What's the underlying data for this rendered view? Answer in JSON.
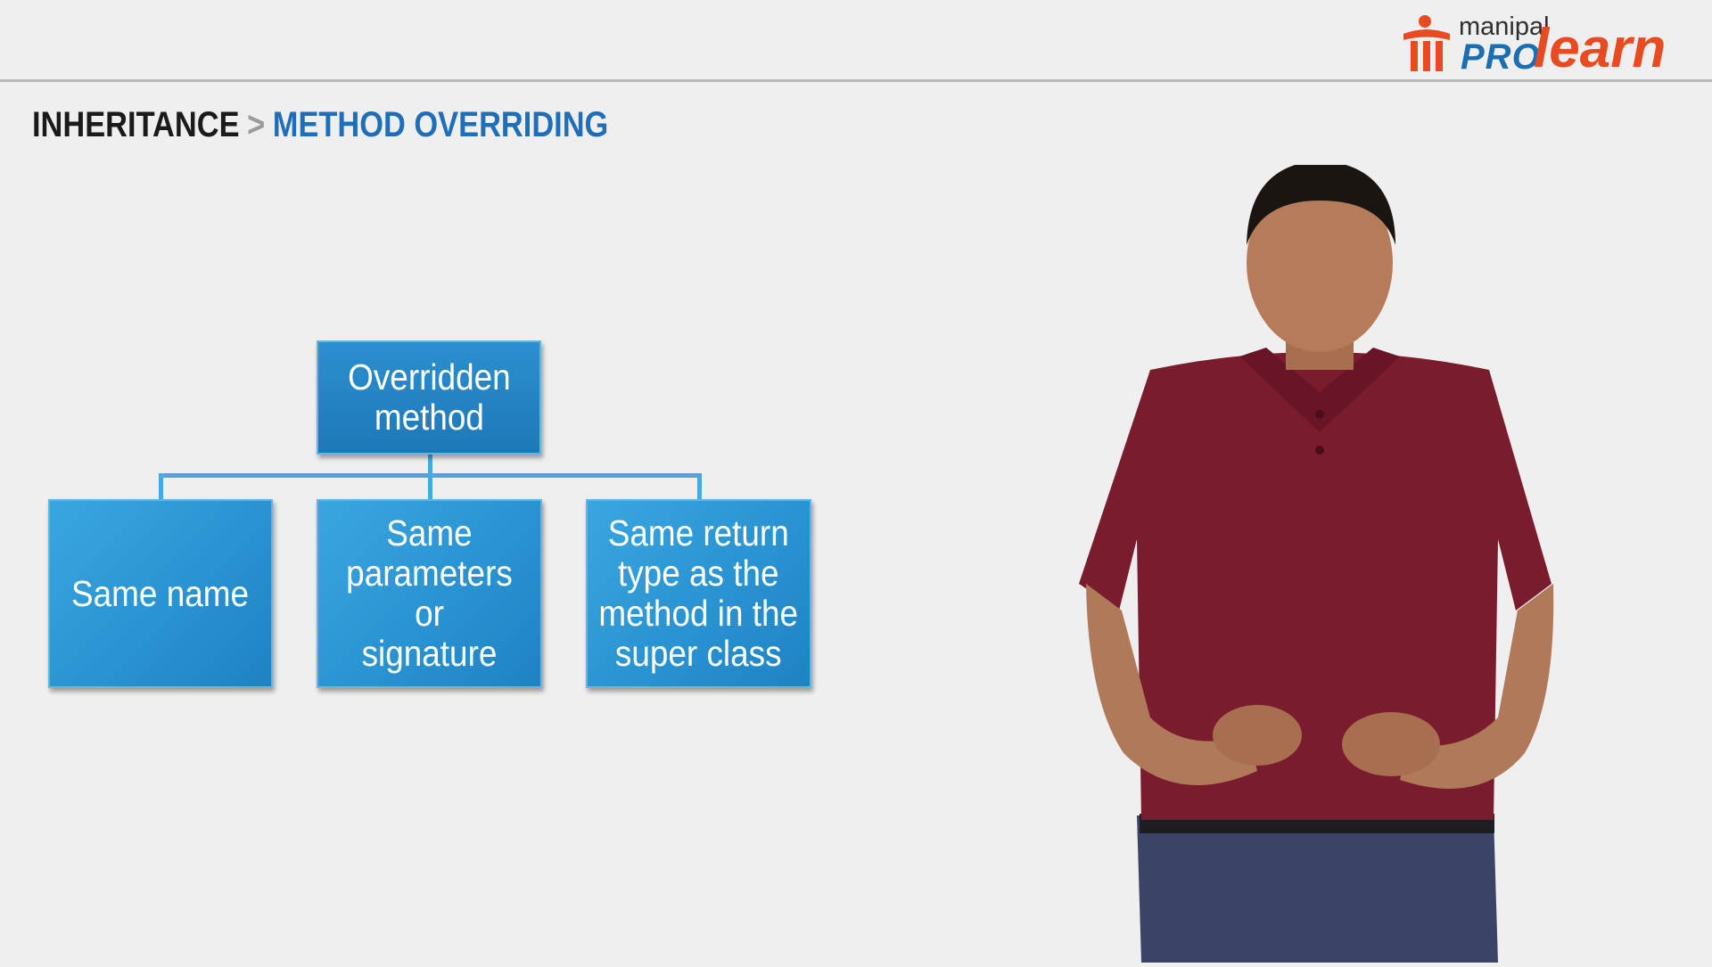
{
  "logo": {
    "line1": "manipal",
    "line2_pro": "PRO",
    "line2_learn": "learn",
    "colors": {
      "pro": "#1a6fb3",
      "learn": "#e84b1f",
      "manipal": "#2f2f2f"
    }
  },
  "breadcrumb": {
    "parent": "INHERITANCE",
    "separator": ">",
    "current": "METHOD OVERRIDING"
  },
  "diagram": {
    "root": "Overridden\nmethod",
    "children": [
      "Same name",
      "Same\nparameters or\nsignature",
      "Same return\ntype as the\nmethod in the\nsuper class"
    ],
    "box_color": "#2b95d3",
    "connector_color": "#4aa8e0"
  },
  "presenter": {
    "icon": "presenter-figure-icon",
    "shirt_color": "#7a1b2e",
    "jeans_color": "#3b4466"
  }
}
